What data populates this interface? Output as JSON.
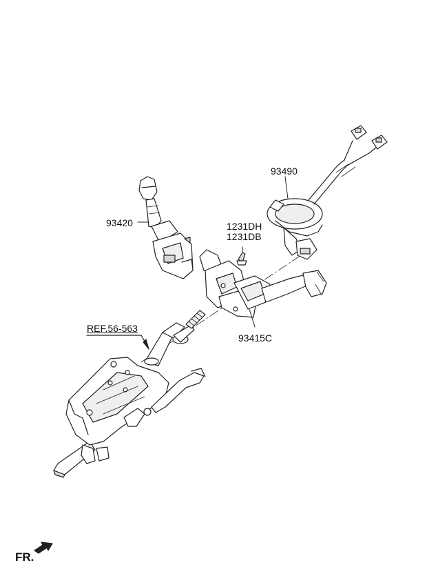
{
  "labels": {
    "part_93490": "93490",
    "part_93420": "93420",
    "bolt_1": "1231DH",
    "bolt_2": "1231DB",
    "part_93415c": "93415C",
    "ref": "REF.56-563",
    "front": "FR."
  },
  "colors": {
    "line": "#222222",
    "fill": "#ffffff",
    "shade": "#d8d8d8"
  }
}
